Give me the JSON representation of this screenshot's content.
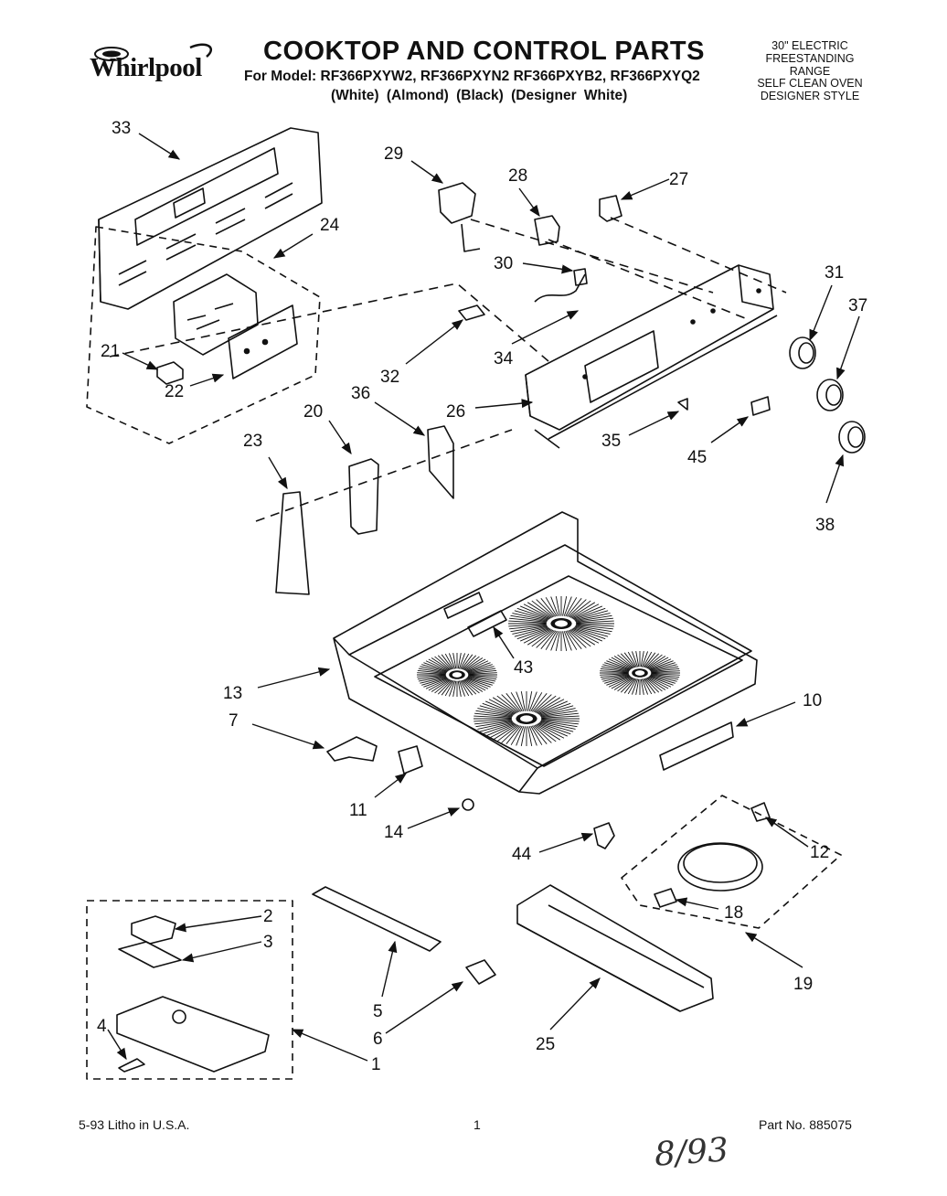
{
  "header": {
    "brand": "Whirlpool",
    "title": "COOKTOP AND CONTROL PARTS",
    "model_line": "For Model: RF366PXYW2, RF366PXYN2  RF366PXYB2, RF366PXYQ2",
    "color_line": "(White)   (Almond)   (Black)  (Designer White)",
    "spec_lines": [
      "30\" ELECTRIC",
      "FREESTANDING",
      "RANGE",
      "SELF CLEAN OVEN",
      "DESIGNER STYLE"
    ]
  },
  "callouts": {
    "c1": "1",
    "c2": "2",
    "c3": "3",
    "c4": "4",
    "c5": "5",
    "c6": "6",
    "c7": "7",
    "c10": "10",
    "c11": "11",
    "c12": "12",
    "c13": "13",
    "c14": "14",
    "c18": "18",
    "c19": "19",
    "c20": "20",
    "c21": "21",
    "c22": "22",
    "c23": "23",
    "c24": "24",
    "c25": "25",
    "c26": "26",
    "c27": "27",
    "c28": "28",
    "c29": "29",
    "c30": "30",
    "c31": "31",
    "c32": "32",
    "c33": "33",
    "c34": "34",
    "c35": "35",
    "c36": "36",
    "c37": "37",
    "c38": "38",
    "c43": "43",
    "c44": "44",
    "c45": "45"
  },
  "footer": {
    "litho": "5-93 Litho in U.S.A.",
    "page": "1",
    "part_no": "Part No. 885075",
    "handwritten_date": "8/93"
  }
}
